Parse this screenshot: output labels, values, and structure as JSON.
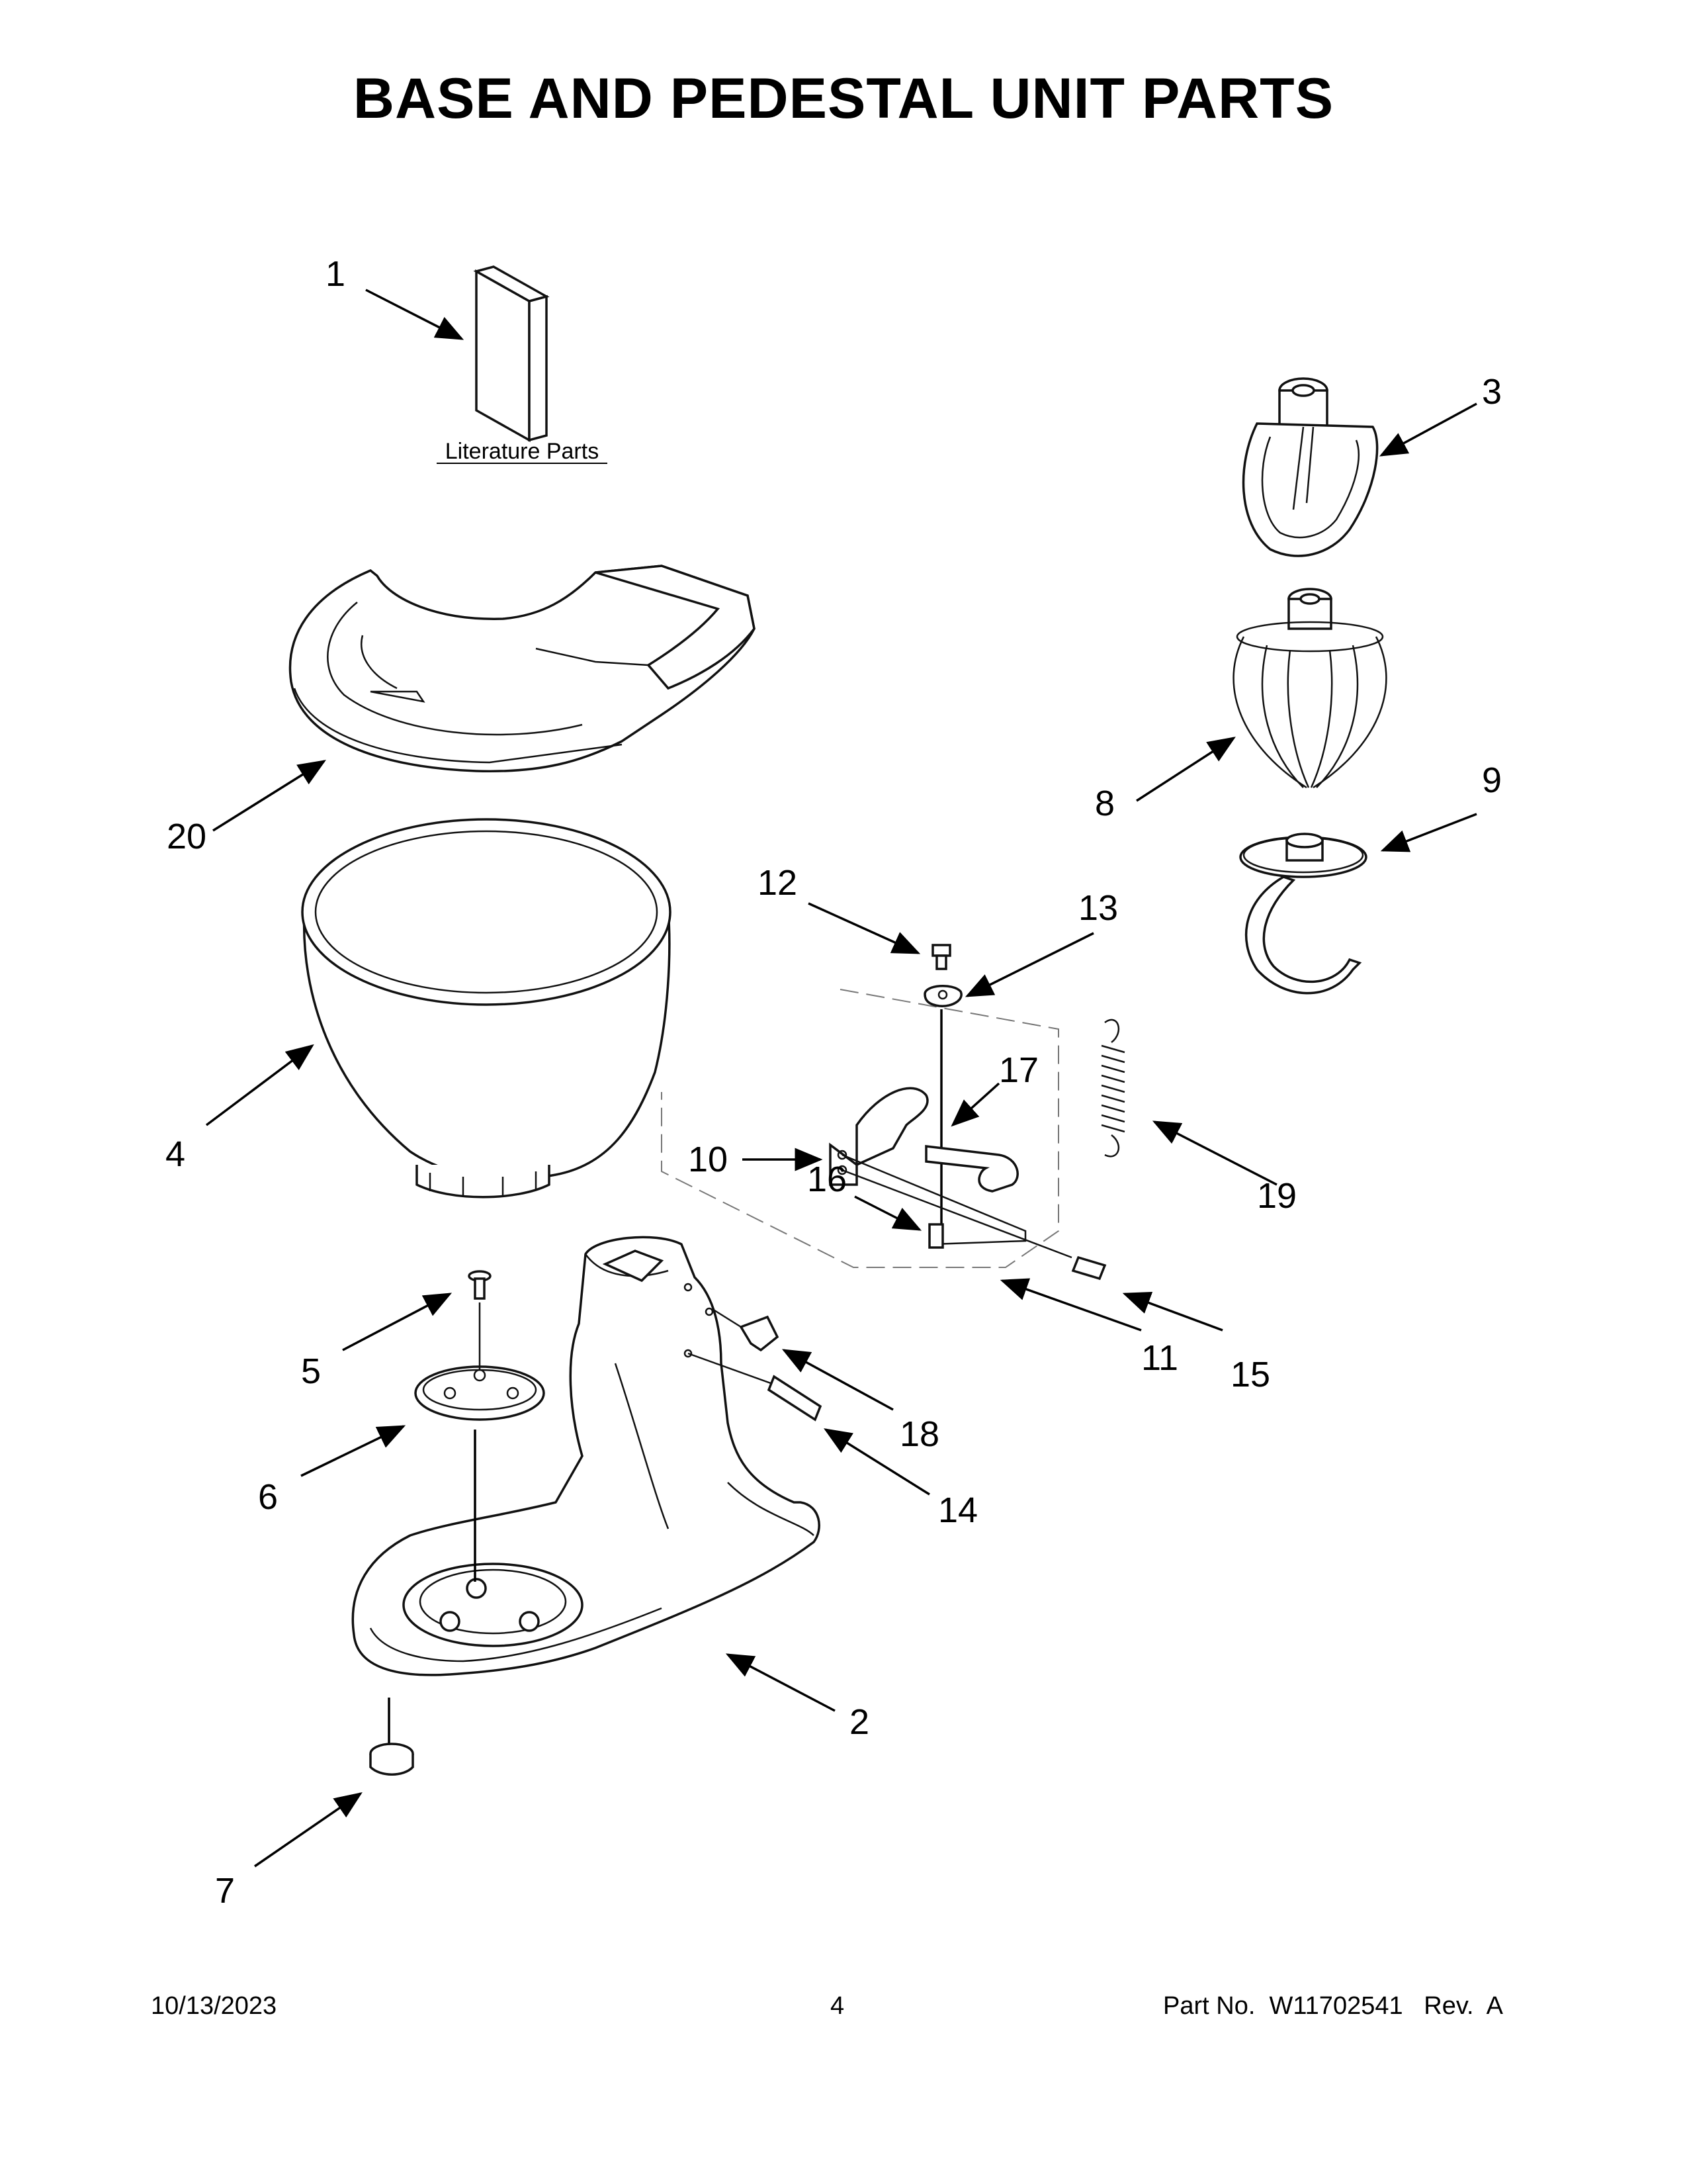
{
  "title": "BASE AND PEDESTAL UNIT PARTS",
  "literature_caption": "Literature Parts",
  "callouts": [
    {
      "id": "1",
      "label": "1"
    },
    {
      "id": "2",
      "label": "2"
    },
    {
      "id": "3",
      "label": "3"
    },
    {
      "id": "4",
      "label": "4"
    },
    {
      "id": "5",
      "label": "5"
    },
    {
      "id": "6",
      "label": "6"
    },
    {
      "id": "7",
      "label": "7"
    },
    {
      "id": "8",
      "label": "8"
    },
    {
      "id": "9",
      "label": "9"
    },
    {
      "id": "10",
      "label": "10"
    },
    {
      "id": "11",
      "label": "11"
    },
    {
      "id": "12",
      "label": "12"
    },
    {
      "id": "13",
      "label": "13"
    },
    {
      "id": "14",
      "label": "14"
    },
    {
      "id": "15",
      "label": "15"
    },
    {
      "id": "16",
      "label": "16"
    },
    {
      "id": "17",
      "label": "17"
    },
    {
      "id": "18",
      "label": "18"
    },
    {
      "id": "19",
      "label": "19"
    },
    {
      "id": "20",
      "label": "20"
    }
  ],
  "footer": {
    "date": "10/13/2023",
    "page": "4",
    "part_no": "Part No.  W11702541   Rev.  A"
  }
}
